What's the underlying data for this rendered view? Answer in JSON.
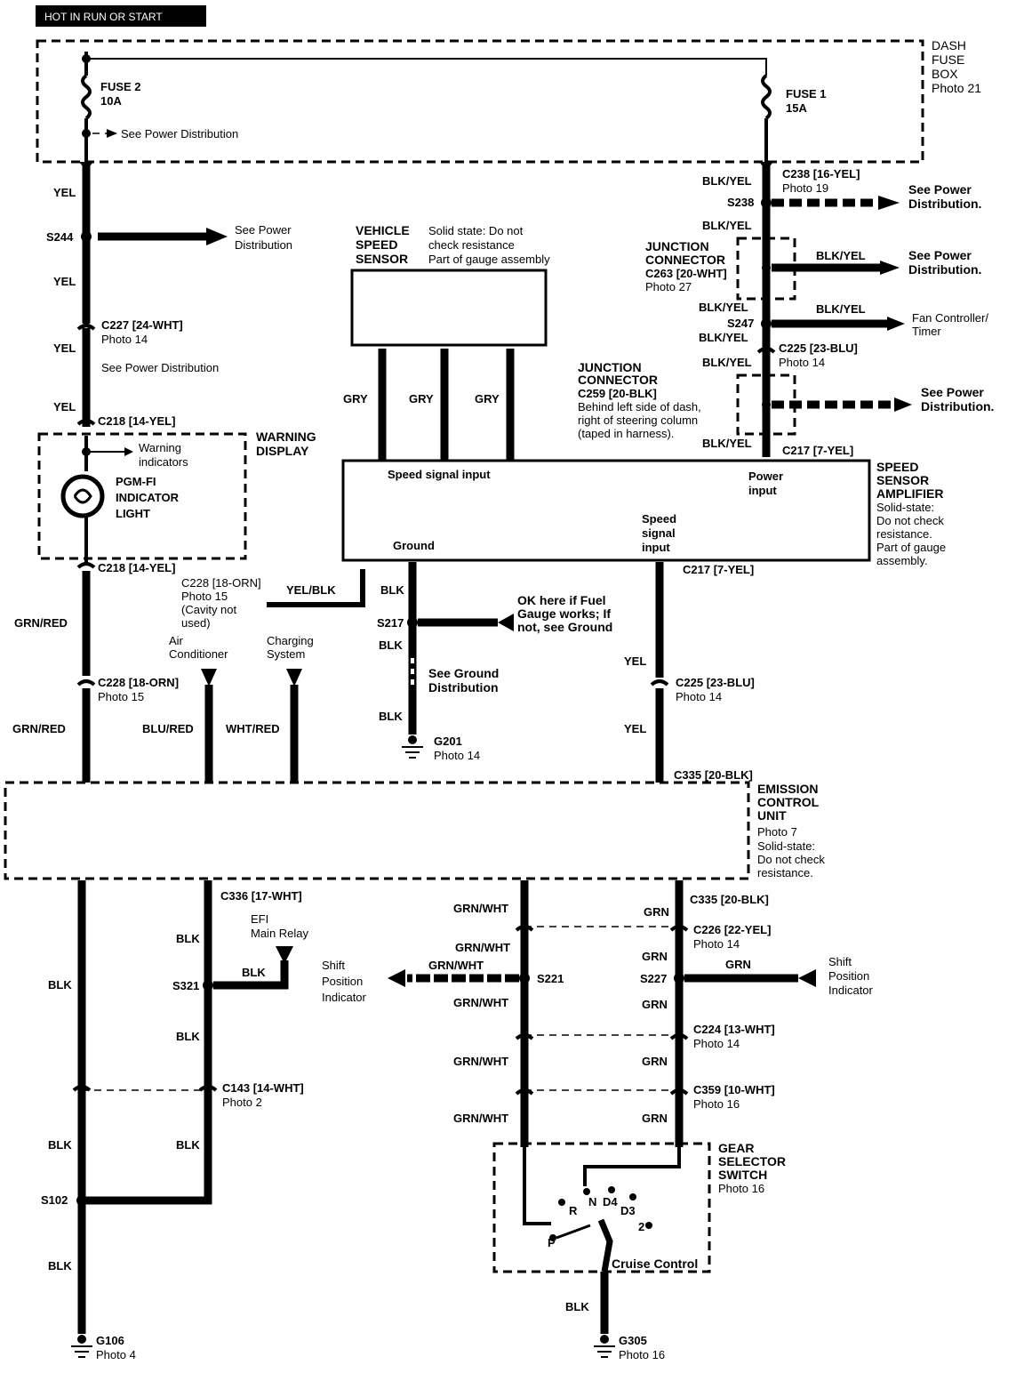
{
  "header": "HOT IN RUN OR START",
  "components": {
    "dash_fuse_box": [
      "DASH",
      "FUSE",
      "BOX",
      "Photo 21"
    ],
    "fuse2": [
      "FUSE 2",
      "10A"
    ],
    "fuse1": [
      "FUSE 1",
      "15A"
    ],
    "see_pd": "See Power Distribution",
    "see_pd_2l": [
      "See Power",
      "Distribution"
    ],
    "see_pd_dot_2l": [
      "See Power",
      "Distribution."
    ],
    "vss": [
      "VEHICLE",
      "SPEED",
      "SENSOR"
    ],
    "vss_note": [
      "Solid state: Do not",
      "check resistance",
      "Part of gauge assembly"
    ],
    "jc263": [
      "JUNCTION",
      "CONNECTOR",
      "C263 [20-WHT]",
      "Photo 27"
    ],
    "jc259": [
      "JUNCTION",
      "CONNECTOR",
      "C259 [20-BLK]",
      "Behind left side of dash,",
      "right of steering column",
      "(taped in harness)."
    ],
    "warning": [
      "WARNING",
      "DISPLAY"
    ],
    "warning_ind": [
      "Warning",
      "indicators"
    ],
    "pgm": [
      "PGM-FI",
      "INDICATOR",
      "LIGHT"
    ],
    "ssa": [
      "SPEED",
      "SENSOR",
      "AMPLIFIER",
      "Solid-state:",
      "Do not check",
      "resistance.",
      "Part of gauge",
      "assembly."
    ],
    "ssa_in": "Speed signal input",
    "ssa_power": [
      "Power",
      "input"
    ],
    "ssa_ground": "Ground",
    "ssa_sig2": [
      "Speed",
      "signal",
      "input"
    ],
    "fan": [
      "Fan Controller/",
      "Timer"
    ],
    "ok_note": [
      "OK here if Fuel",
      "Gauge works; If",
      "not, see Ground"
    ],
    "see_gd": [
      "See Ground",
      "Distribution"
    ],
    "ecu": [
      "EMISSION",
      "CONTROL",
      "UNIT",
      "Photo 7",
      "Solid-state:",
      "Do not check",
      "resistance."
    ],
    "ac": [
      "Air",
      "Conditioner"
    ],
    "charging": [
      "Charging",
      "System"
    ],
    "efi": [
      "EFI",
      "Main Relay"
    ],
    "shift_l": [
      "Shift",
      "Position",
      "Indicator"
    ],
    "shift_r": [
      "Shift",
      "Position",
      "Indicator"
    ],
    "gear": [
      "GEAR",
      "SELECTOR",
      "SWITCH",
      "Photo 16"
    ],
    "gear_pos": [
      "R",
      "N",
      "D4",
      "D3",
      "2",
      "P"
    ],
    "cruise": "Cruise Control",
    "g106": [
      "G106",
      "Photo 4"
    ],
    "g201": [
      "G201",
      "Photo 14"
    ],
    "g305": [
      "G305",
      "Photo 16"
    ]
  },
  "connectors": {
    "c238": [
      "C238 [16-YEL]",
      "Photo 19"
    ],
    "c227": [
      "C227 [24-WHT]",
      "Photo 14"
    ],
    "c218_top": "C218 [14-YEL]",
    "c218_bot": "C218 [14-YEL]",
    "c228_top": [
      "C228 [18-ORN]",
      "Photo 15",
      "(Cavity not",
      "used)"
    ],
    "c228_bot": [
      "C228 [18-ORN]",
      "Photo 15"
    ],
    "c225_top": [
      "C225 [23-BLU]",
      "Photo 14"
    ],
    "c217_top": "C217 [7-YEL]",
    "c217_bot": "C217 [7-YEL]",
    "c225_bot": [
      "C225 [23-BLU]",
      "Photo 14"
    ],
    "c335_top": "C335 [20-BLK]",
    "c336": "C336 [17-WHT]",
    "c335_bot": "C335 [20-BLK]",
    "c226": [
      "C226 [22-YEL]",
      "Photo 14"
    ],
    "c224": [
      "C224 [13-WHT]",
      "Photo 14"
    ],
    "c359": [
      "C359 [10-WHT]",
      "Photo 16"
    ],
    "c143": [
      "C143 [14-WHT]",
      "Photo 2"
    ]
  },
  "splices": {
    "s244": "S244",
    "s238": "S238",
    "s247": "S247",
    "s217": "S217",
    "s321": "S321",
    "s221": "S221",
    "s227": "S227",
    "s102": "S102"
  },
  "wires": {
    "yel": "YEL",
    "blkyel": "BLK/YEL",
    "gry": "GRY",
    "yelblk": "YEL/BLK",
    "blk": "BLK",
    "grnred": "GRN/RED",
    "blured": "BLU/RED",
    "whtred": "WHT/RED",
    "grnwht": "GRN/WHT",
    "grn": "GRN"
  }
}
